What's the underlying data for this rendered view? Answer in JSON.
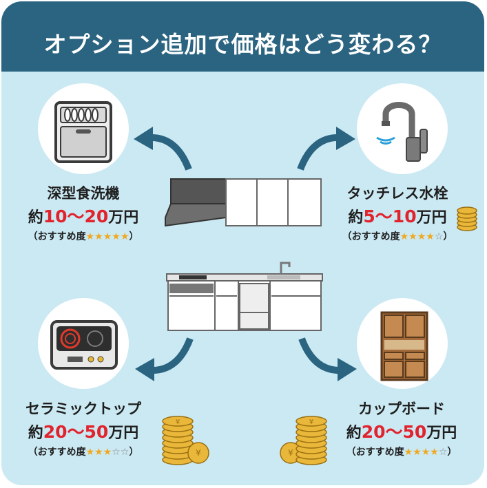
{
  "title": "オプション追加で価格はどう変わる？",
  "items": [
    {
      "icon": "dishwasher-icon",
      "name": "深型食洗機",
      "price_prefix": "約",
      "price_range": "10〜20",
      "price_suffix": "万円",
      "rec_label": "（おすすめ度",
      "stars_on": "★★★★★",
      "stars_off": "",
      "rec_close": "）",
      "rating": 5
    },
    {
      "icon": "touchless-faucet-icon",
      "name": "タッチレス水栓",
      "price_prefix": "約",
      "price_range": "5〜10",
      "price_suffix": "万円",
      "rec_label": "（おすすめ度",
      "stars_on": "★★★★",
      "stars_off": "☆",
      "rec_close": "）",
      "rating": 4
    },
    {
      "icon": "ceramic-cooktop-icon",
      "name": "セラミックトップ",
      "price_prefix": "約",
      "price_range": "20〜50",
      "price_suffix": "万円",
      "rec_label": "（おすすめ度",
      "stars_on": "★★★",
      "stars_off": "☆☆",
      "rec_close": "）",
      "rating": 3
    },
    {
      "icon": "cupboard-icon",
      "name": "カップボード",
      "price_prefix": "約",
      "price_range": "20〜50",
      "price_suffix": "万円",
      "rec_label": "（おすすめ度",
      "stars_on": "★★★★",
      "stars_off": "☆",
      "rec_close": "）",
      "rating": 4
    }
  ],
  "colors": {
    "header": "#2b6480",
    "background": "#cbe9f3",
    "arrow": "#2b6480",
    "price": "#e0232d",
    "star": "#f0a81e",
    "coin": "#e9b73a"
  },
  "decor_icons": [
    "kitchen-upper-cabinet-icon",
    "system-kitchen-icon",
    "yen-coin-stack-icon"
  ]
}
